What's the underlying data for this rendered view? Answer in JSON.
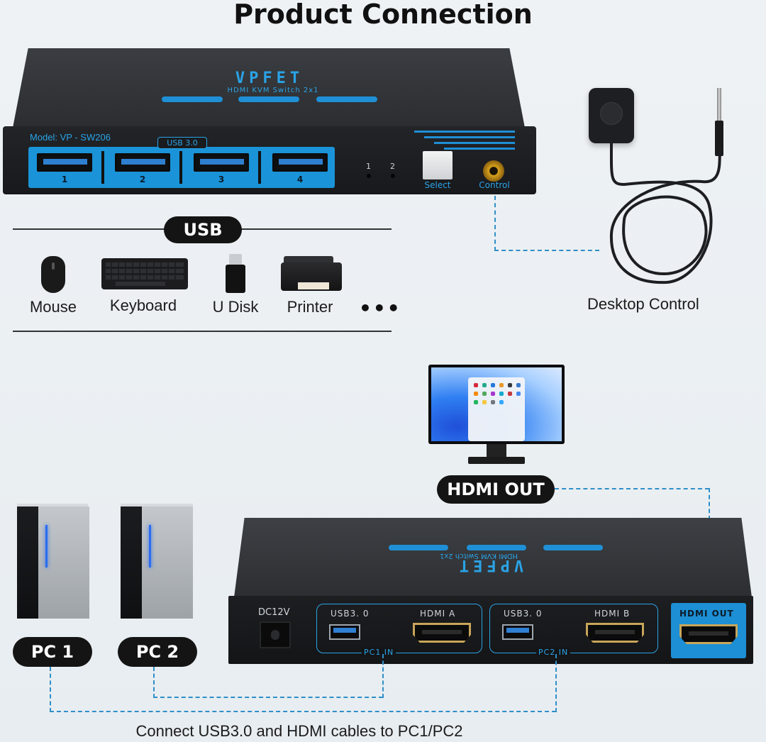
{
  "title": "Product Connection",
  "kvm_front": {
    "brand": "VPFET",
    "subtitle": "HDMI KVM Switch 2x1",
    "model": "Model: VP - SW206",
    "usb_tag": "USB 3.0",
    "port_numbers": [
      "1",
      "2",
      "3",
      "4"
    ],
    "led_labels": [
      "1",
      "2"
    ],
    "select_label": "Select",
    "control_label": "Control"
  },
  "desktop_control_label": "Desktop Control",
  "usb_section": {
    "tag": "USB",
    "devices": [
      "Mouse",
      "Keyboard",
      "U Disk",
      "Printer"
    ],
    "more": "•••"
  },
  "hdmi_out_tag": "HDMI OUT",
  "kvm_back": {
    "brand": "VPFET",
    "subtitle": "HDMI KVM Switch 2x1",
    "dc_label": "DC12V",
    "pc1_usb": "USB3. 0",
    "pc1_hdmi": "HDMI A",
    "pc1_tag": "PC1 IN",
    "pc2_usb": "USB3. 0",
    "pc2_hdmi": "HDMI B",
    "pc2_tag": "PC2 IN",
    "hdmi_out": "HDMI OUT"
  },
  "pcs": [
    "PC 1",
    "PC 2"
  ],
  "caption": "Connect USB3.0 and HDMI cables to PC1/PC2",
  "colors": {
    "accent": "#1f8fd6",
    "device": "#1c1d20",
    "tag": "#141414"
  }
}
